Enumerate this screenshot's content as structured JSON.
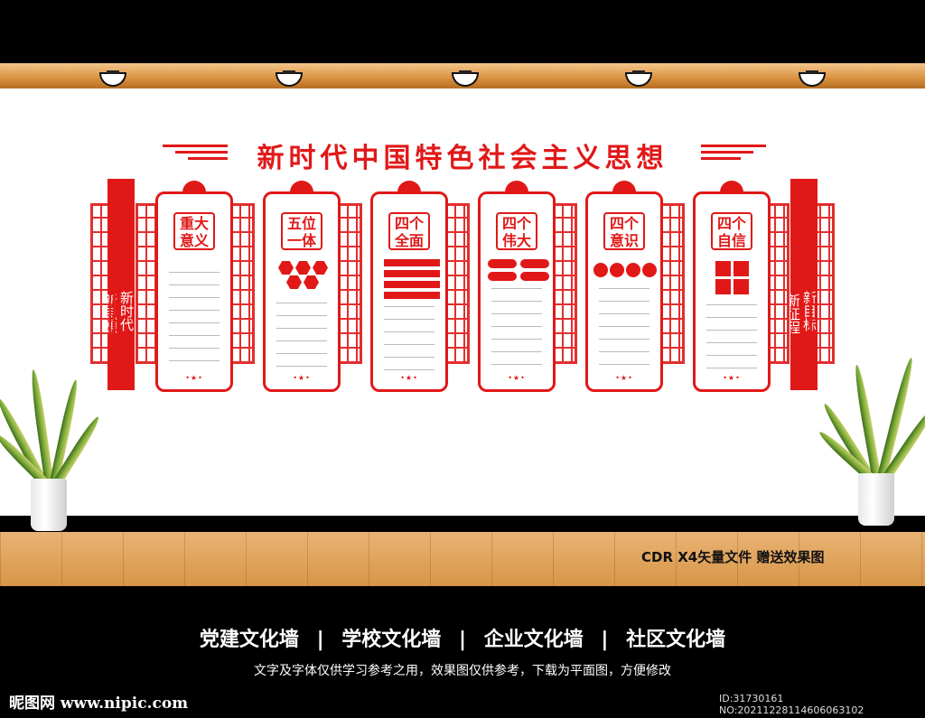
{
  "wall": {
    "title": "新时代中国特色社会主义思想",
    "left_banner": [
      "新时代",
      "新思想"
    ],
    "right_banner": [
      "新目标",
      "新征程"
    ],
    "cards": [
      {
        "title_lines": [
          "重大",
          "意义"
        ],
        "icon": "none"
      },
      {
        "title_lines": [
          "五位",
          "一体"
        ],
        "icon": "hexagon-cluster-icon"
      },
      {
        "title_lines": [
          "四个",
          "全面"
        ],
        "icon": "four-bars-icon"
      },
      {
        "title_lines": [
          "四个",
          "伟大"
        ],
        "icon": "four-pills-icon"
      },
      {
        "title_lines": [
          "四个",
          "意识"
        ],
        "icon": "four-dots-icon"
      },
      {
        "title_lines": [
          "四个",
          "自信"
        ],
        "icon": "four-squares-icon"
      }
    ],
    "stars": "•★•"
  },
  "info": {
    "cdr_note": "CDR X4矢量文件  赠送效果图",
    "categories": [
      "党建文化墙",
      "学校文化墙",
      "企业文化墙",
      "社区文化墙"
    ],
    "separator": "|",
    "disclaimer": "文字及字体仅供学习参考之用，效果图仅供参考，下载为平面图，方便修改",
    "logo": "昵图网 www.nipic.com",
    "id_text": "ID:31730161 NO:20211228114606063102"
  },
  "colors": {
    "accent": "#e11818",
    "wood": "#d79648",
    "background": "#ffffff"
  }
}
